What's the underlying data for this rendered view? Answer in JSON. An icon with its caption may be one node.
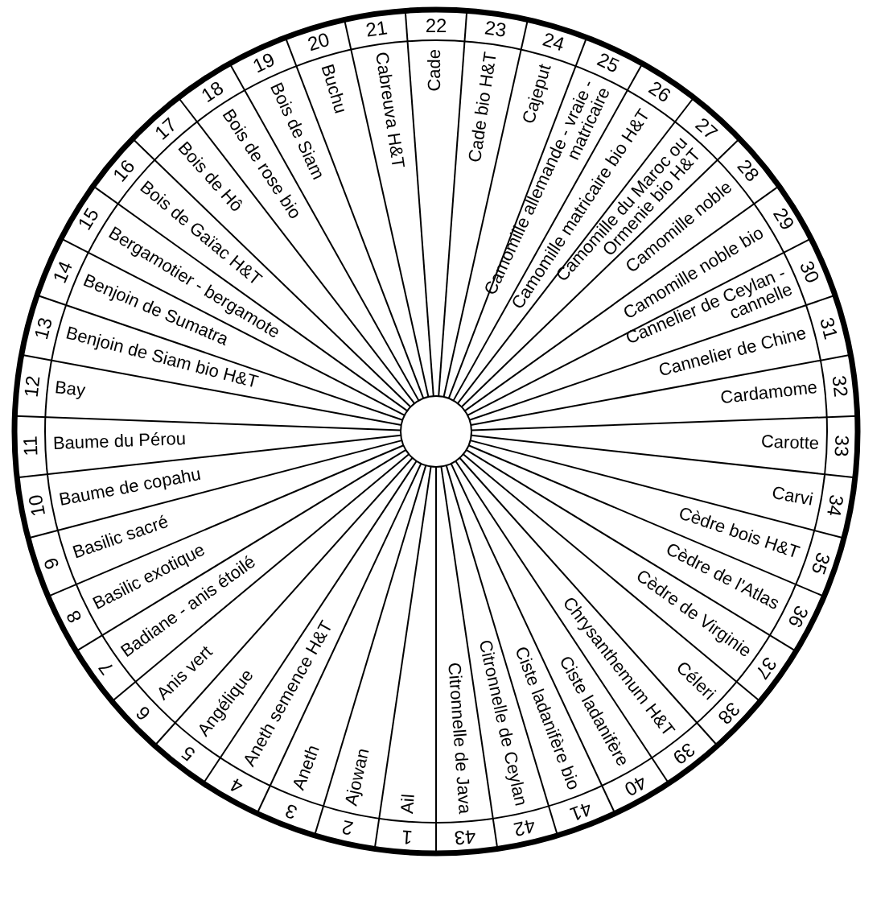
{
  "diagram": {
    "labels": [
      "1",
      "Ail",
      "2",
      "Ajowan",
      "3",
      "Aneth",
      "4",
      "Aneth semence H&T",
      "5",
      "Angélique",
      "6",
      "Anis vert",
      "7",
      "Badiane - anis étoilé",
      "8",
      "Basilic exotique",
      "9",
      "Basilic sacré",
      "10",
      "Baume de copahu",
      "11",
      "Baume du Pérou",
      "12",
      "Bay",
      "13",
      "Benjoin de Siam bio H&T",
      "14",
      "Benjoin de Sumatra",
      "15",
      "Bergamotier - bergamote",
      "16",
      "Bois de Gaïac H&T",
      "17",
      "Bois de Hô",
      "18",
      "Bois de rose bio",
      "19",
      "Bois de Siam",
      "20",
      "Buchu",
      "21",
      "Cabreuva H&T",
      "22",
      "Cade",
      "23",
      "Cade bio H&T",
      "24",
      "Cajeput",
      "25",
      "Camomille allemande - vraie - matricaire",
      "26",
      "Camomille matricaire bio H&T",
      "27",
      "Camomille du Maroc ou Ormenie bio H&T",
      "28",
      "Camomille noble",
      "29",
      "Camomille noble bio",
      "30",
      "Cannelier de Ceylan - cannelle",
      "31",
      "Cannelier de Chine",
      "32",
      "Cardamome",
      "33",
      "Carotte",
      "34",
      "Carvi",
      "35",
      "Cèdre bois H&T",
      "36",
      "Cèdre de l'Atlas",
      "37",
      "Cèdre de Virginie",
      "38",
      "Céleri",
      "39",
      "Chrysanthemum H&T",
      "40",
      "Ciste ladanifère",
      "41",
      "Ciste ladanifère bio",
      "42",
      "Citronnelle de Ceylan",
      "43",
      "Citronnelle de Java"
    ]
  }
}
